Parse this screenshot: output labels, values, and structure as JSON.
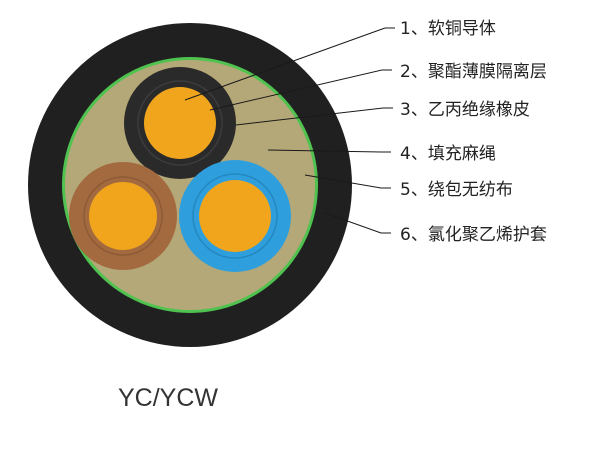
{
  "diagram": {
    "caption": "YC/YCW",
    "labels": [
      "1、软铜导体",
      "2、聚酯薄膜隔离层",
      "3、乙丙绝缘橡皮",
      "4、填充麻绳",
      "5、绕包无纺布",
      "6、氯化聚乙烯护套"
    ],
    "colors": {
      "sheath": "#202020",
      "wrap": "#4fc24f",
      "filler": "#b4a878",
      "conductor": "#f0a51c",
      "insulation_black": "#2a2a2a",
      "insulation_brown": "#a3693f",
      "insulation_blue": "#2e9fdc",
      "leader_line": "#1a1a1a"
    }
  }
}
